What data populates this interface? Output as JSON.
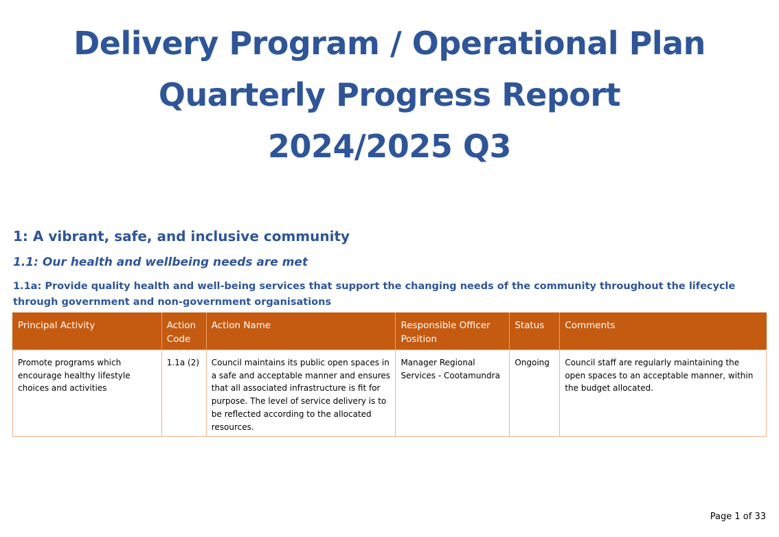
{
  "title": {
    "line1": "Delivery Program / Operational Plan",
    "line2": "Quarterly Progress Report",
    "line3": "2024/2025 Q3"
  },
  "section": {
    "heading": "1: A vibrant, safe, and inclusive community",
    "subheading": "1.1: Our health and wellbeing needs are met",
    "objective": "1.1a: Provide quality health and well-being services that support the changing needs of the community throughout the lifecycle through government and non-government organisations"
  },
  "table": {
    "headers": {
      "principal_activity": "Principal Activity",
      "action_code": "Action Code",
      "action_name": "Action Name",
      "responsible_officer": "Responsible Officer Position",
      "status": "Status",
      "comments": "Comments"
    },
    "rows": [
      {
        "principal_activity": "Promote programs which encourage healthy lifestyle choices and activities",
        "action_code": "1.1a (2)",
        "action_name": "Council maintains its public open spaces in a safe and acceptable manner and ensures that all associated infrastructure is fit for purpose. The level of service delivery is to be reflected according to the allocated resources.",
        "responsible_officer": "Manager Regional Services - Cootamundra",
        "status": "Ongoing",
        "comments": "Council staff are regularly maintaining the open spaces to an acceptable manner, within the budget allocated."
      }
    ]
  },
  "footer": {
    "page": "Page 1 of 33"
  },
  "colors": {
    "heading_blue": "#2e5597",
    "header_orange": "#c55a11",
    "border_orange": "#f0b48a"
  }
}
